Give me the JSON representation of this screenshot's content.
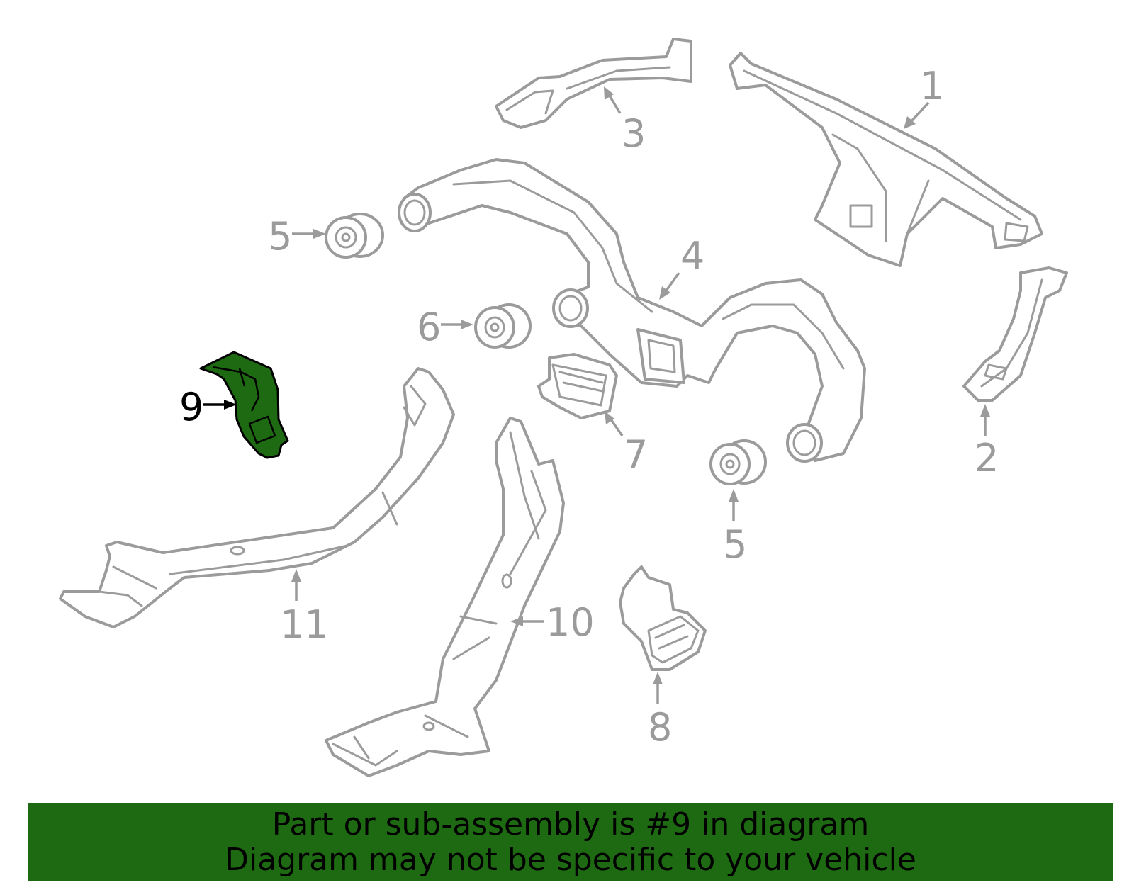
{
  "diagram": {
    "highlight_color": "#1e6a12",
    "line_color": "#9b9b9b",
    "selected_part": "9",
    "callouts": {
      "c1": "1",
      "c2": "2",
      "c3": "3",
      "c4": "4",
      "c5a": "5",
      "c5b": "5",
      "c6": "6",
      "c7": "7",
      "c8": "8",
      "c9": "9",
      "c10": "10",
      "c11": "11"
    }
  },
  "banner": {
    "line1": "Part or sub-assembly is #9 in diagram",
    "line2": "Diagram may not be specific to your vehicle"
  }
}
